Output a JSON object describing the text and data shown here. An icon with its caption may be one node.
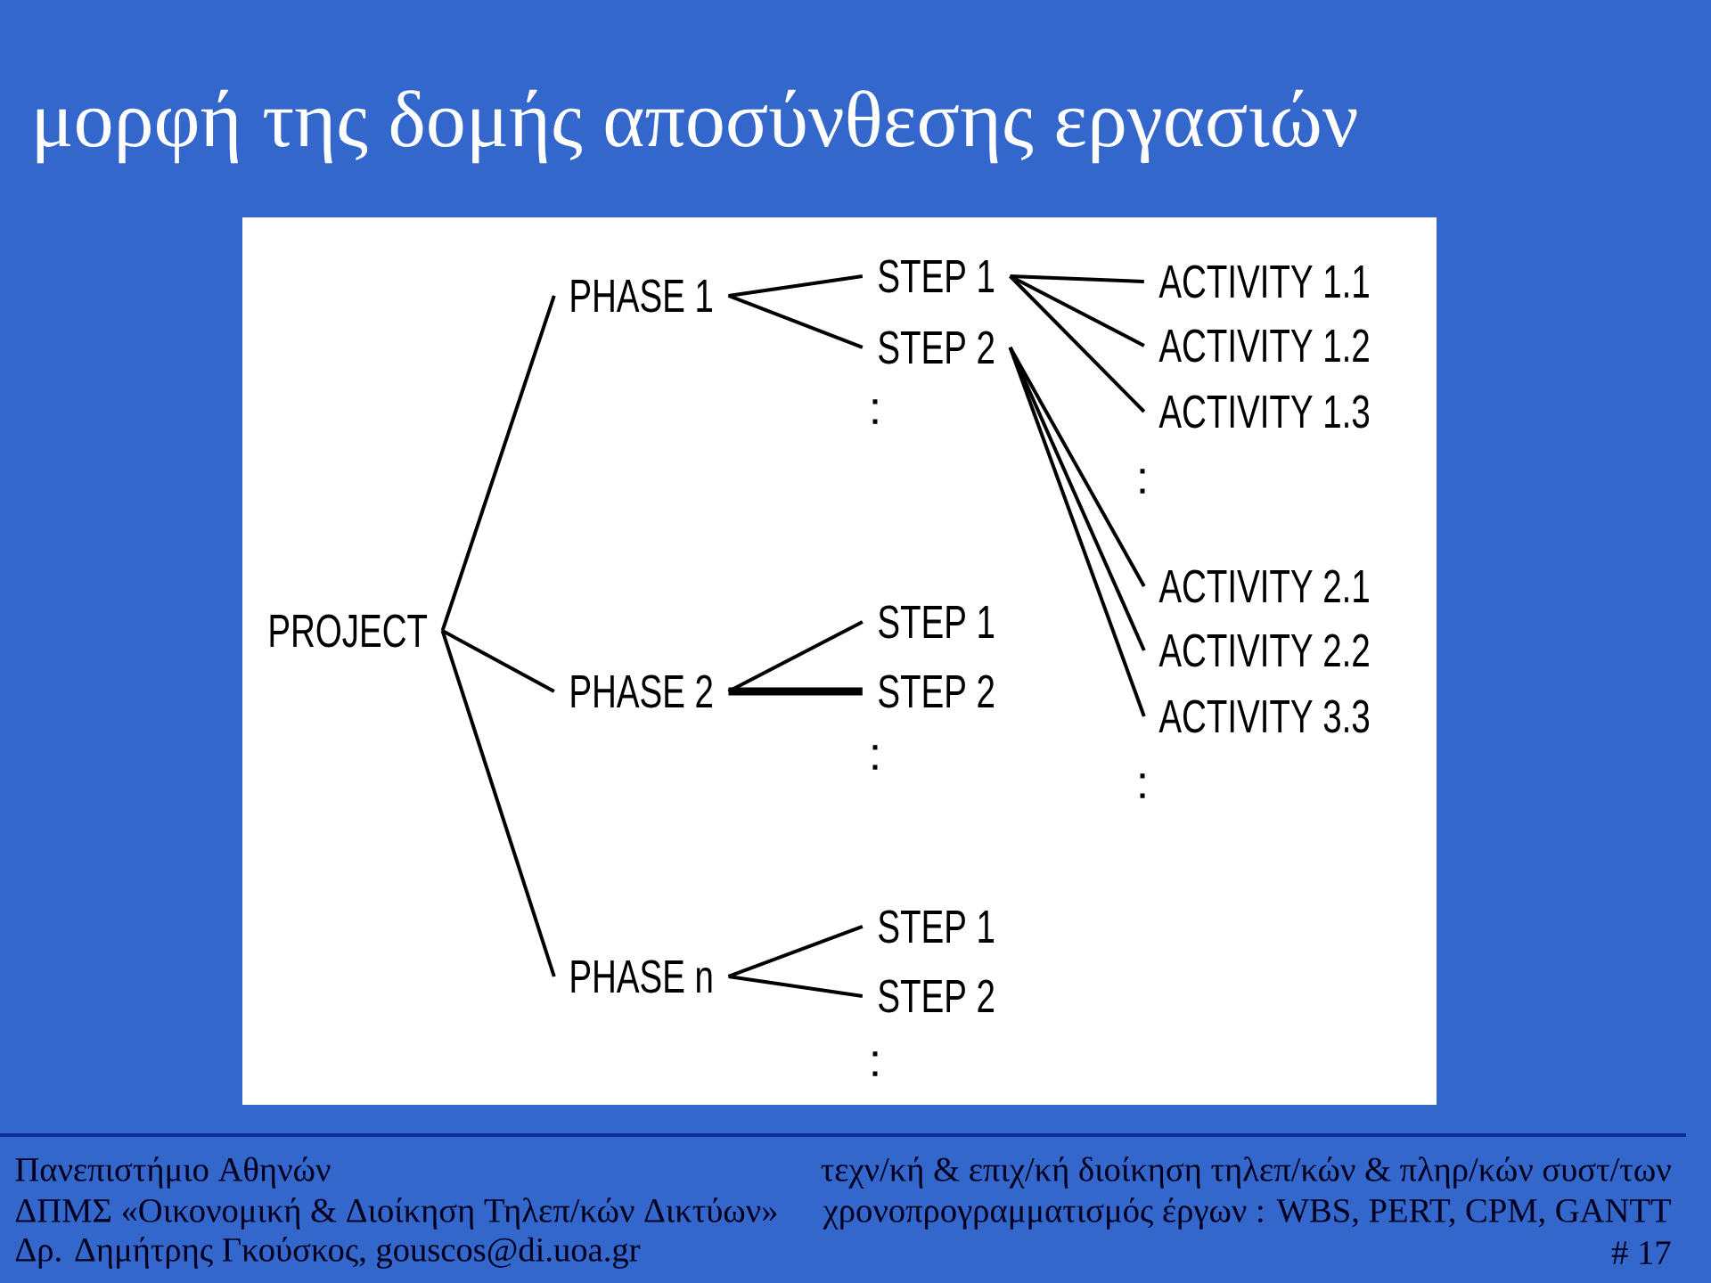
{
  "diagram": {
    "title": "μορφή της δομής αποσύνθεσης εργασιών",
    "nodes": [
      {
        "text": [
          "PROJECT"
        ]
      },
      {
        "text": [
          "PHASE 1"
        ]
      },
      {
        "text": [
          "PHASE 2"
        ]
      },
      {
        "text": [
          "PHASE n"
        ]
      },
      {
        "text": [
          "STEP 1"
        ]
      },
      {
        "text": [
          "STEP 2"
        ]
      },
      {
        "text": [
          "STEP 1"
        ]
      },
      {
        "text": [
          "STEP 2"
        ]
      },
      {
        "text": [
          "STEP 1"
        ]
      },
      {
        "text": [
          "STEP 2"
        ]
      },
      {
        "text": [
          "ACTIVITY 1.1"
        ]
      },
      {
        "text": [
          "ACTIVITY 1.2"
        ]
      },
      {
        "text": [
          "ACTIVITY 1.3"
        ]
      },
      {
        "text": [
          "ACTIVITY 2.1"
        ]
      },
      {
        "text": [
          "ACTIVITY 2.2"
        ]
      },
      {
        "text": [
          "ACTIVITY 3.3"
        ]
      }
    ],
    "edges": [
      {
        "from": 0,
        "to": 1,
        "arrow": "none"
      },
      {
        "from": 0,
        "to": 2,
        "arrow": "none"
      },
      {
        "from": 0,
        "to": 3,
        "arrow": "none"
      },
      {
        "from": 1,
        "to": 4,
        "arrow": "none"
      },
      {
        "from": 1,
        "to": 5,
        "arrow": "none"
      },
      {
        "from": 2,
        "to": 6,
        "arrow": "none"
      },
      {
        "from": 2,
        "to": 7,
        "arrow": "none",
        "style": "thick"
      },
      {
        "from": 3,
        "to": 8,
        "arrow": "none"
      },
      {
        "from": 3,
        "to": 9,
        "arrow": "none"
      },
      {
        "from": 4,
        "to": 10,
        "arrow": "none"
      },
      {
        "from": 4,
        "to": 11,
        "arrow": "none"
      },
      {
        "from": 4,
        "to": 12,
        "arrow": "none"
      },
      {
        "from": 5,
        "to": 13,
        "arrow": "none"
      },
      {
        "from": 5,
        "to": 14,
        "arrow": "none"
      },
      {
        "from": 5,
        "to": 15,
        "arrow": "none"
      }
    ],
    "labels": [
      ":",
      ":",
      ":",
      ":",
      ":",
      "Πανεπιστήμιο Αθηνών",
      "τεχν/κή & επιχ/κή διοίκηση τηλεπ/κών & πληρ/κών συστ/των",
      "ΔΠΜΣ «Οικονομική & Διοίκηση Τηλεπ/κών Δικτύων»",
      "χρονοπρογραμματισμός έργων : WBS, PERT, CPM, GANTT",
      "Δρ. Δημήτρης Γκούσκος, gouscos@di.uoa.gr",
      "# 17"
    ]
  }
}
